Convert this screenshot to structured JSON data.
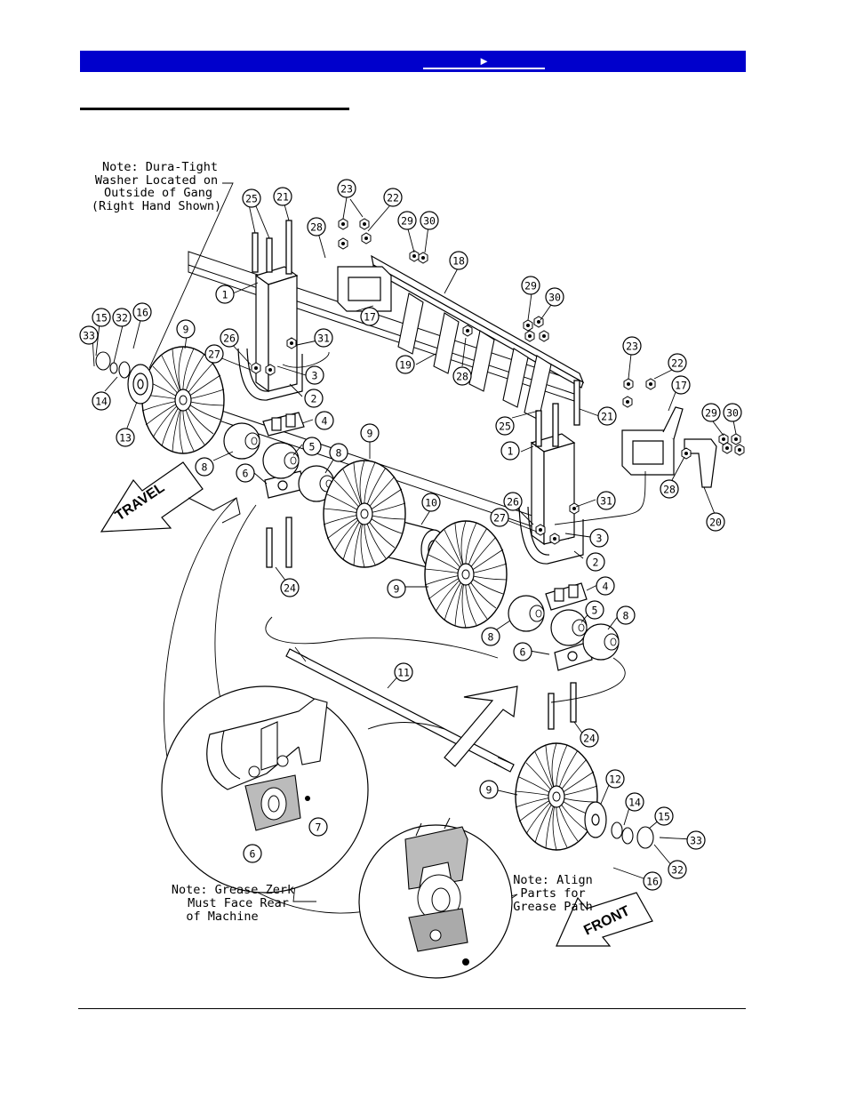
{
  "header": {
    "link_label": "►",
    "bar_color": "#0000cc"
  },
  "notes": {
    "dura_tight": [
      "Note: Dura-Tight",
      "Washer Located on",
      "Outside of Gang",
      "(Right Hand Shown)"
    ],
    "grease_zerk": [
      "Note: Grease Zerk",
      "Must Face Rear",
      "of Machine"
    ],
    "align_parts": [
      "Note: Align",
      "Parts for",
      "Grease Path"
    ]
  },
  "direction_labels": {
    "travel": "TRAVEL",
    "front": "FRONT"
  },
  "callouts": [
    {
      "id": "c25a",
      "label": "25"
    },
    {
      "id": "c21a",
      "label": "21"
    },
    {
      "id": "c23a",
      "label": "23"
    },
    {
      "id": "c22a",
      "label": "22"
    },
    {
      "id": "c28a",
      "label": "28"
    },
    {
      "id": "c29a",
      "label": "29"
    },
    {
      "id": "c30a",
      "label": "30"
    },
    {
      "id": "c18",
      "label": "18"
    },
    {
      "id": "c1a",
      "label": "1"
    },
    {
      "id": "c17a",
      "label": "17"
    },
    {
      "id": "c29b",
      "label": "29"
    },
    {
      "id": "c30b",
      "label": "30"
    },
    {
      "id": "c15a",
      "label": "15"
    },
    {
      "id": "c32a",
      "label": "32"
    },
    {
      "id": "c16a",
      "label": "16"
    },
    {
      "id": "c33a",
      "label": "33"
    },
    {
      "id": "c9a",
      "label": "9"
    },
    {
      "id": "c26a",
      "label": "26"
    },
    {
      "id": "c31a",
      "label": "31"
    },
    {
      "id": "c27a",
      "label": "27"
    },
    {
      "id": "c3a",
      "label": "3"
    },
    {
      "id": "c19",
      "label": "19"
    },
    {
      "id": "c28b",
      "label": "28"
    },
    {
      "id": "c14a",
      "label": "14"
    },
    {
      "id": "c2a",
      "label": "2"
    },
    {
      "id": "c13",
      "label": "13"
    },
    {
      "id": "c23b",
      "label": "23"
    },
    {
      "id": "c22b",
      "label": "22"
    },
    {
      "id": "c17b",
      "label": "17"
    },
    {
      "id": "c29c",
      "label": "29"
    },
    {
      "id": "c30c",
      "label": "30"
    },
    {
      "id": "c4a",
      "label": "4"
    },
    {
      "id": "c25b",
      "label": "25"
    },
    {
      "id": "c21b",
      "label": "21"
    },
    {
      "id": "c9b",
      "label": "9"
    },
    {
      "id": "c8a",
      "label": "8"
    },
    {
      "id": "c5a",
      "label": "5"
    },
    {
      "id": "c8b",
      "label": "8"
    },
    {
      "id": "c1b",
      "label": "1"
    },
    {
      "id": "c28c",
      "label": "28"
    },
    {
      "id": "c6a",
      "label": "6"
    },
    {
      "id": "c20",
      "label": "20"
    },
    {
      "id": "c10",
      "label": "10"
    },
    {
      "id": "c26b",
      "label": "26"
    },
    {
      "id": "c31b",
      "label": "31"
    },
    {
      "id": "c27b",
      "label": "27"
    },
    {
      "id": "c3b",
      "label": "3"
    },
    {
      "id": "c2b",
      "label": "2"
    },
    {
      "id": "c24a",
      "label": "24"
    },
    {
      "id": "c9c",
      "label": "9"
    },
    {
      "id": "c4b",
      "label": "4"
    },
    {
      "id": "c5b",
      "label": "5"
    },
    {
      "id": "c8c",
      "label": "8"
    },
    {
      "id": "c8d",
      "label": "8"
    },
    {
      "id": "c6b",
      "label": "6"
    },
    {
      "id": "c11",
      "label": "11"
    },
    {
      "id": "c24b",
      "label": "24"
    },
    {
      "id": "c12",
      "label": "12"
    },
    {
      "id": "c9d",
      "label": "9"
    },
    {
      "id": "c14b",
      "label": "14"
    },
    {
      "id": "c15b",
      "label": "15"
    },
    {
      "id": "c33b",
      "label": "33"
    },
    {
      "id": "c32b",
      "label": "32"
    },
    {
      "id": "c16b",
      "label": "16"
    },
    {
      "id": "c7",
      "label": "7"
    },
    {
      "id": "c6c",
      "label": "6"
    }
  ]
}
